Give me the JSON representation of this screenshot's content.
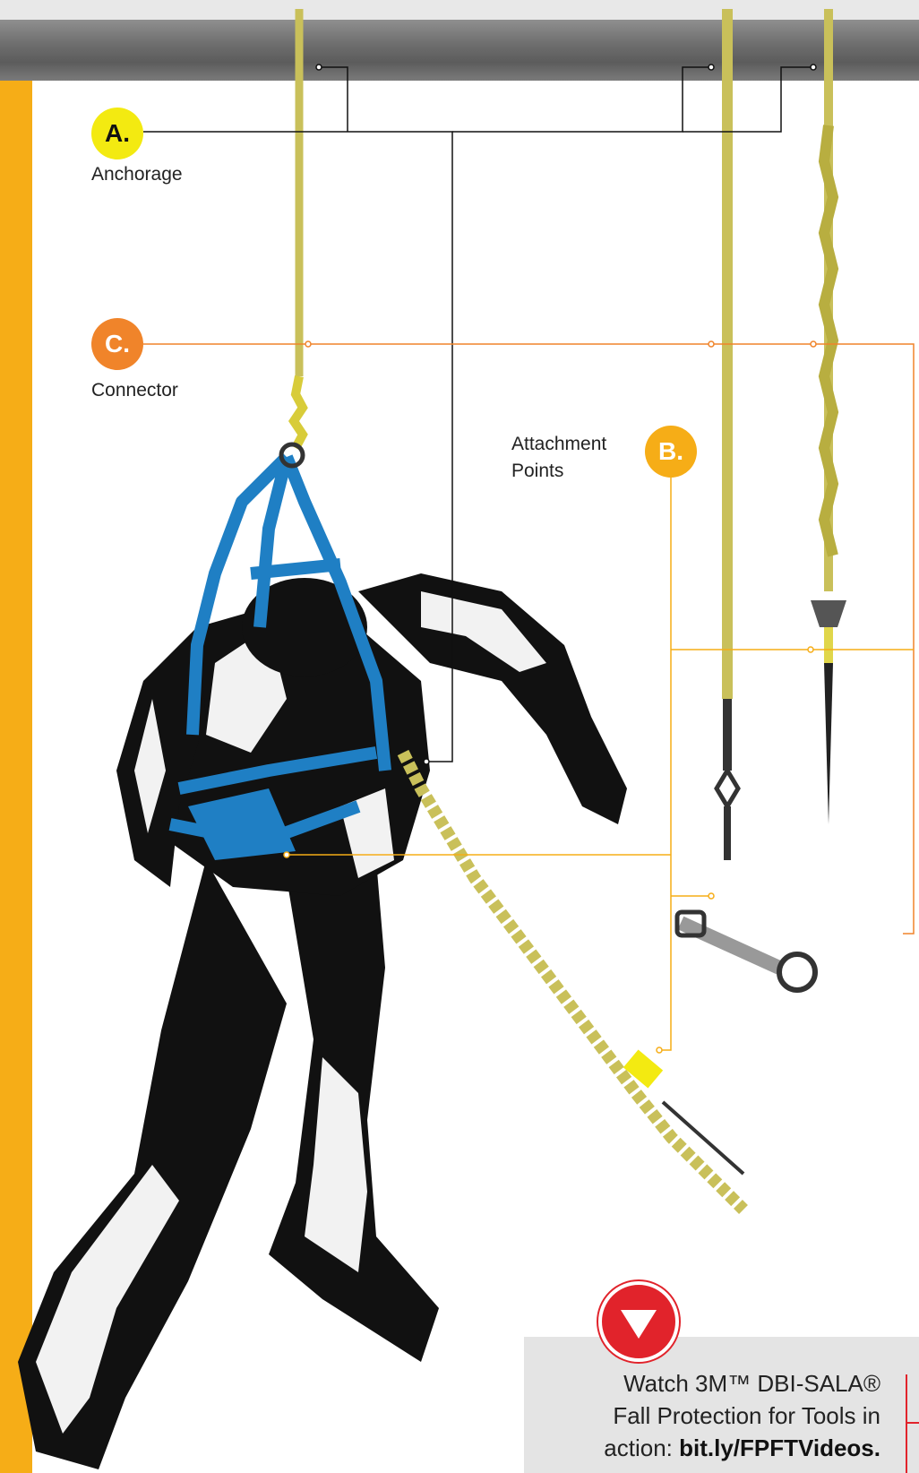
{
  "labels": {
    "a_letter": "A.",
    "a_text": "Anchorage",
    "b_letter": "B.",
    "b_text": "Attachment\nPoints",
    "c_letter": "C.",
    "c_text": "Connector"
  },
  "cta": {
    "line1": "Watch 3M™ DBI-SALA®",
    "line2": "Fall Protection for Tools in",
    "line3_prefix": "action: ",
    "link": "bit.ly/FPFTVideos."
  },
  "colors": {
    "anchorage": "#f3ea11",
    "connector": "#f0842a",
    "attachment": "#f6ad17",
    "sidebar": "#f6ad17",
    "cta_button": "#e1232b"
  },
  "icons": {
    "play": "play-down-triangle-icon"
  }
}
